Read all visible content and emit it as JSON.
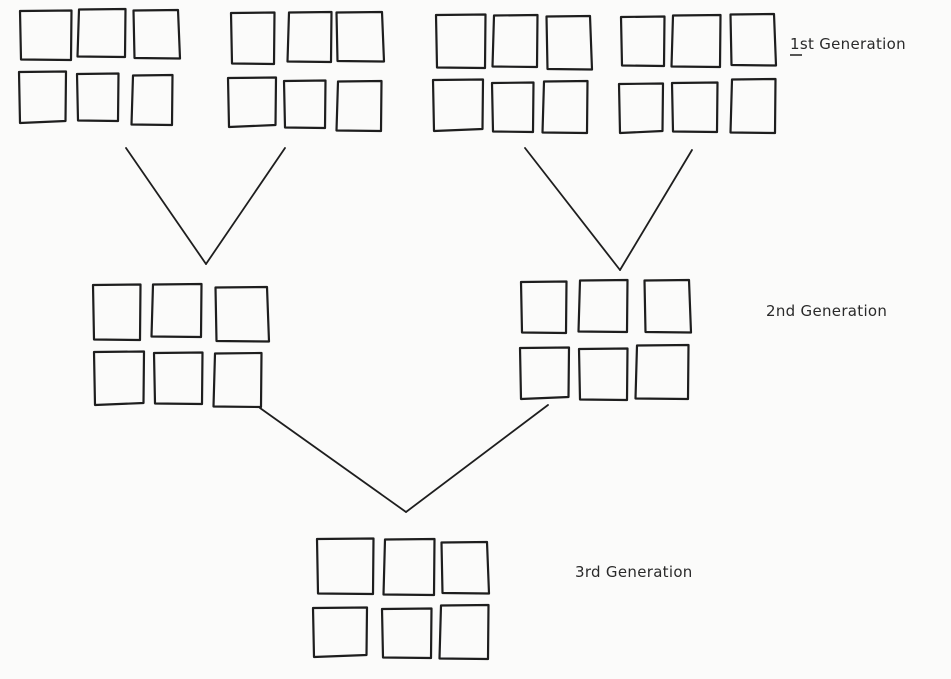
{
  "diagram": {
    "title": "",
    "ink_color": "#1e1e1e",
    "background": "#fbfbfa",
    "labels": {
      "gen1": "1st Generation",
      "gen2": "2nd Generation",
      "gen3": "3rd Generation"
    },
    "groups": [
      {
        "id": "g1a",
        "generation": 1,
        "rows": [
          [
            [
              20,
              10,
              52,
              50
            ],
            [
              78,
              10,
              47,
              46
            ],
            [
              134,
              10,
              45,
              49
            ]
          ],
          [
            [
              20,
              72,
              45,
              50
            ],
            [
              77,
              73,
              42,
              48
            ],
            [
              132,
              76,
              40,
              48
            ]
          ]
        ]
      },
      {
        "id": "g1b",
        "generation": 1,
        "rows": [
          [
            [
              231,
              12,
              44,
              52
            ],
            [
              288,
              13,
              43,
              48
            ],
            [
              337,
              12,
              46,
              50
            ]
          ],
          [
            [
              229,
              78,
              46,
              48
            ],
            [
              284,
              80,
              42,
              48
            ],
            [
              337,
              82,
              44,
              48
            ]
          ]
        ]
      },
      {
        "id": "g1c",
        "generation": 1,
        "rows": [
          [
            [
              436,
              14,
              50,
              54
            ],
            [
              493,
              16,
              44,
              50
            ],
            [
              547,
              16,
              44,
              54
            ]
          ],
          [
            [
              434,
              80,
              48,
              50
            ],
            [
              492,
              82,
              42,
              50
            ],
            [
              543,
              82,
              44,
              50
            ]
          ]
        ]
      },
      {
        "id": "g1d",
        "generation": 1,
        "rows": [
          [
            [
              621,
              16,
              44,
              50
            ],
            [
              672,
              16,
              48,
              50
            ],
            [
              731,
              14,
              44,
              52
            ]
          ],
          [
            [
              620,
              84,
              42,
              48
            ],
            [
              672,
              82,
              46,
              50
            ],
            [
              731,
              80,
              44,
              52
            ]
          ]
        ]
      },
      {
        "id": "g2a",
        "generation": 2,
        "rows": [
          [
            [
              93,
              284,
              48,
              56
            ],
            [
              152,
              285,
              49,
              51
            ],
            [
              216,
              287,
              52,
              55
            ]
          ],
          [
            [
              95,
              352,
              48,
              52
            ],
            [
              154,
              352,
              49,
              52
            ],
            [
              214,
              354,
              47,
              52
            ]
          ]
        ]
      },
      {
        "id": "g2b",
        "generation": 2,
        "rows": [
          [
            [
              521,
              281,
              46,
              52
            ],
            [
              579,
              281,
              48,
              50
            ],
            [
              645,
              280,
              45,
              53
            ]
          ],
          [
            [
              521,
              348,
              47,
              50
            ],
            [
              579,
              348,
              49,
              52
            ],
            [
              636,
              346,
              52,
              52
            ]
          ]
        ]
      },
      {
        "id": "g3",
        "generation": 3,
        "rows": [
          [
            [
              317,
              538,
              57,
              56
            ],
            [
              384,
              540,
              50,
              54
            ],
            [
              442,
              542,
              46,
              52
            ]
          ],
          [
            [
              314,
              608,
              52,
              48
            ],
            [
              382,
              608,
              50,
              50
            ],
            [
              440,
              606,
              48,
              52
            ]
          ]
        ]
      }
    ],
    "connectors": [
      {
        "from": [
          "g1a",
          "g1b"
        ],
        "to": "g2a",
        "lines": [
          [
            126,
            148,
            206,
            264
          ],
          [
            285,
            148,
            206,
            264
          ]
        ]
      },
      {
        "from": [
          "g1c",
          "g1d"
        ],
        "to": "g2b",
        "lines": [
          [
            525,
            148,
            620,
            270
          ],
          [
            692,
            150,
            620,
            270
          ]
        ]
      },
      {
        "from": [
          "g2a",
          "g2b"
        ],
        "to": "g3",
        "lines": [
          [
            260,
            408,
            406,
            512
          ],
          [
            548,
            405,
            406,
            512
          ]
        ]
      }
    ]
  }
}
